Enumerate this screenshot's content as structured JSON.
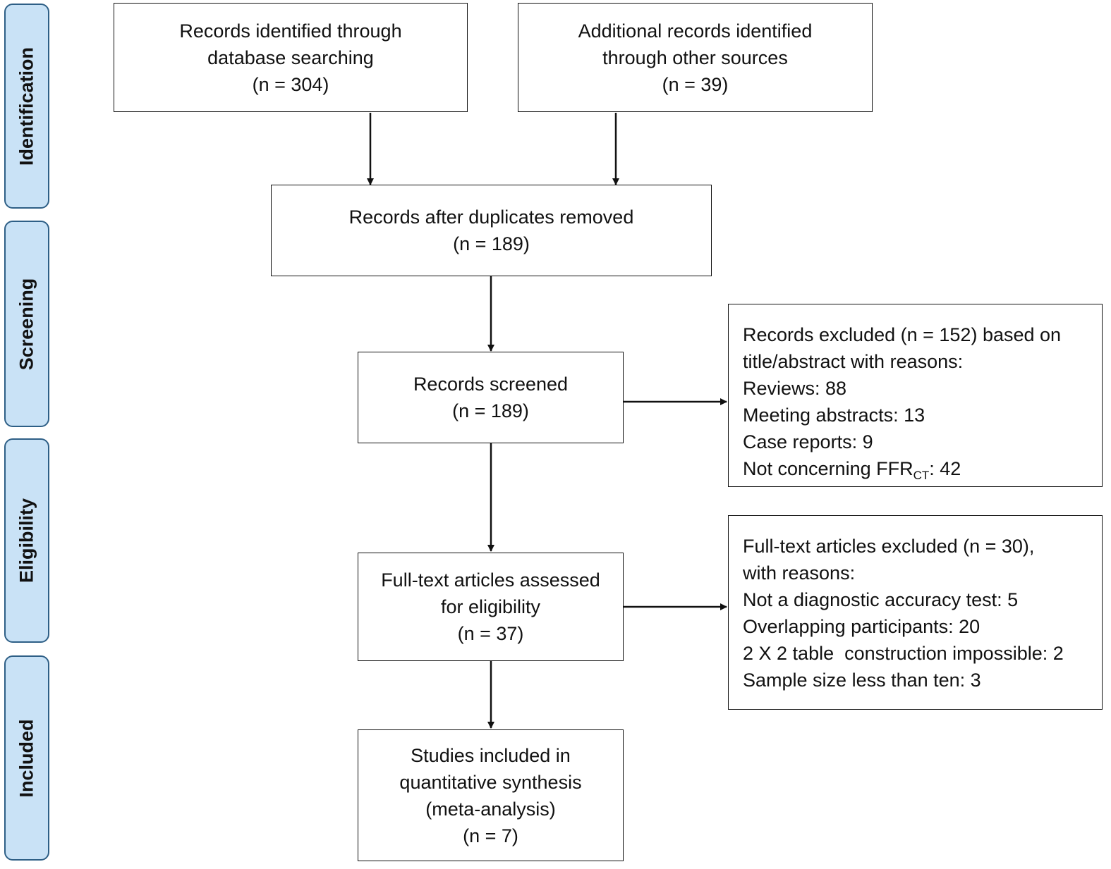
{
  "stages": {
    "identification": "Identification",
    "screening": "Screening",
    "eligibility": "Eligibility",
    "included": "Included"
  },
  "boxes": {
    "database": {
      "line1": "Records identified through",
      "line2": "database searching",
      "count": "(n = 304)"
    },
    "other": {
      "line1": "Additional records identified",
      "line2": "through other sources",
      "count": "(n = 39)"
    },
    "duplicates": {
      "line1": "Records after duplicates removed",
      "count": "(n = 189)"
    },
    "screened": {
      "line1": "Records screened",
      "count": "(n = 189)"
    },
    "excluded_screening": {
      "line1": "Records excluded (n = 152) based on",
      "line2": "title/abstract with reasons:",
      "reasons": [
        "Reviews: 88",
        "Meeting abstracts: 13",
        "Case reports: 9"
      ],
      "last_prefix": "Not concerning FFR",
      "last_sub": "CT",
      "last_suffix": ": 42"
    },
    "fulltext": {
      "line1": "Full-text articles assessed",
      "line2": "for eligibility",
      "count": "(n = 37)"
    },
    "excluded_fulltext": {
      "line1": "Full-text articles excluded (n = 30),",
      "line2": "with reasons:",
      "reasons": [
        "Not a diagnostic accuracy test: 5",
        "Overlapping participants: 20",
        "2 X 2 table  construction impossible: 2",
        "Sample size less than ten: 3"
      ]
    },
    "included": {
      "line1": "Studies included in",
      "line2": "quantitative synthesis",
      "line3": "(meta-analysis)",
      "count": "(n = 7)"
    }
  }
}
